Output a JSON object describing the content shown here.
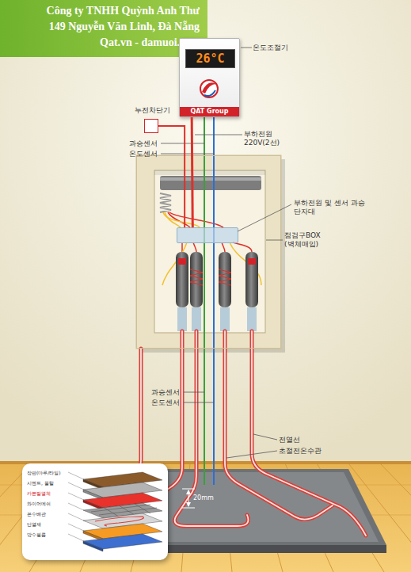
{
  "diagram": {
    "nodes": [
      {
        "text": [
          "Công ty TNHH Quỳnh Anh Thư",
          "149 Nguyễn Văn Linh, Đà Nẵng",
          "Qat.vn - damuoi.com"
        ]
      },
      {
        "text": [
          "온도조절기",
          "26°C",
          "QAT Group"
        ]
      },
      {
        "text": [
          "누전차단기"
        ]
      },
      {
        "text": [
          "점검구BOX (벽체매입)"
        ]
      },
      {
        "text": [
          "부하전원 및 센서 과승 단자대"
        ],
        "in": 3
      },
      {
        "text": [
          "장판(마루/타일)",
          "시멘트, 몰탈",
          "카본발열체",
          "와이어메쉬",
          "온수배관",
          "단열재",
          "방수필름"
        ]
      }
    ],
    "edges": [
      {
        "from": 2,
        "to": 4,
        "arrow": "none"
      },
      {
        "from": 1,
        "to": 4,
        "arrow": "none"
      }
    ],
    "labels": [
      "과승센서",
      "온도센서",
      "부하전원 220V(2선)",
      "과승센서",
      "온도센서",
      "전열선",
      "초절전온수관",
      "20mm"
    ]
  }
}
